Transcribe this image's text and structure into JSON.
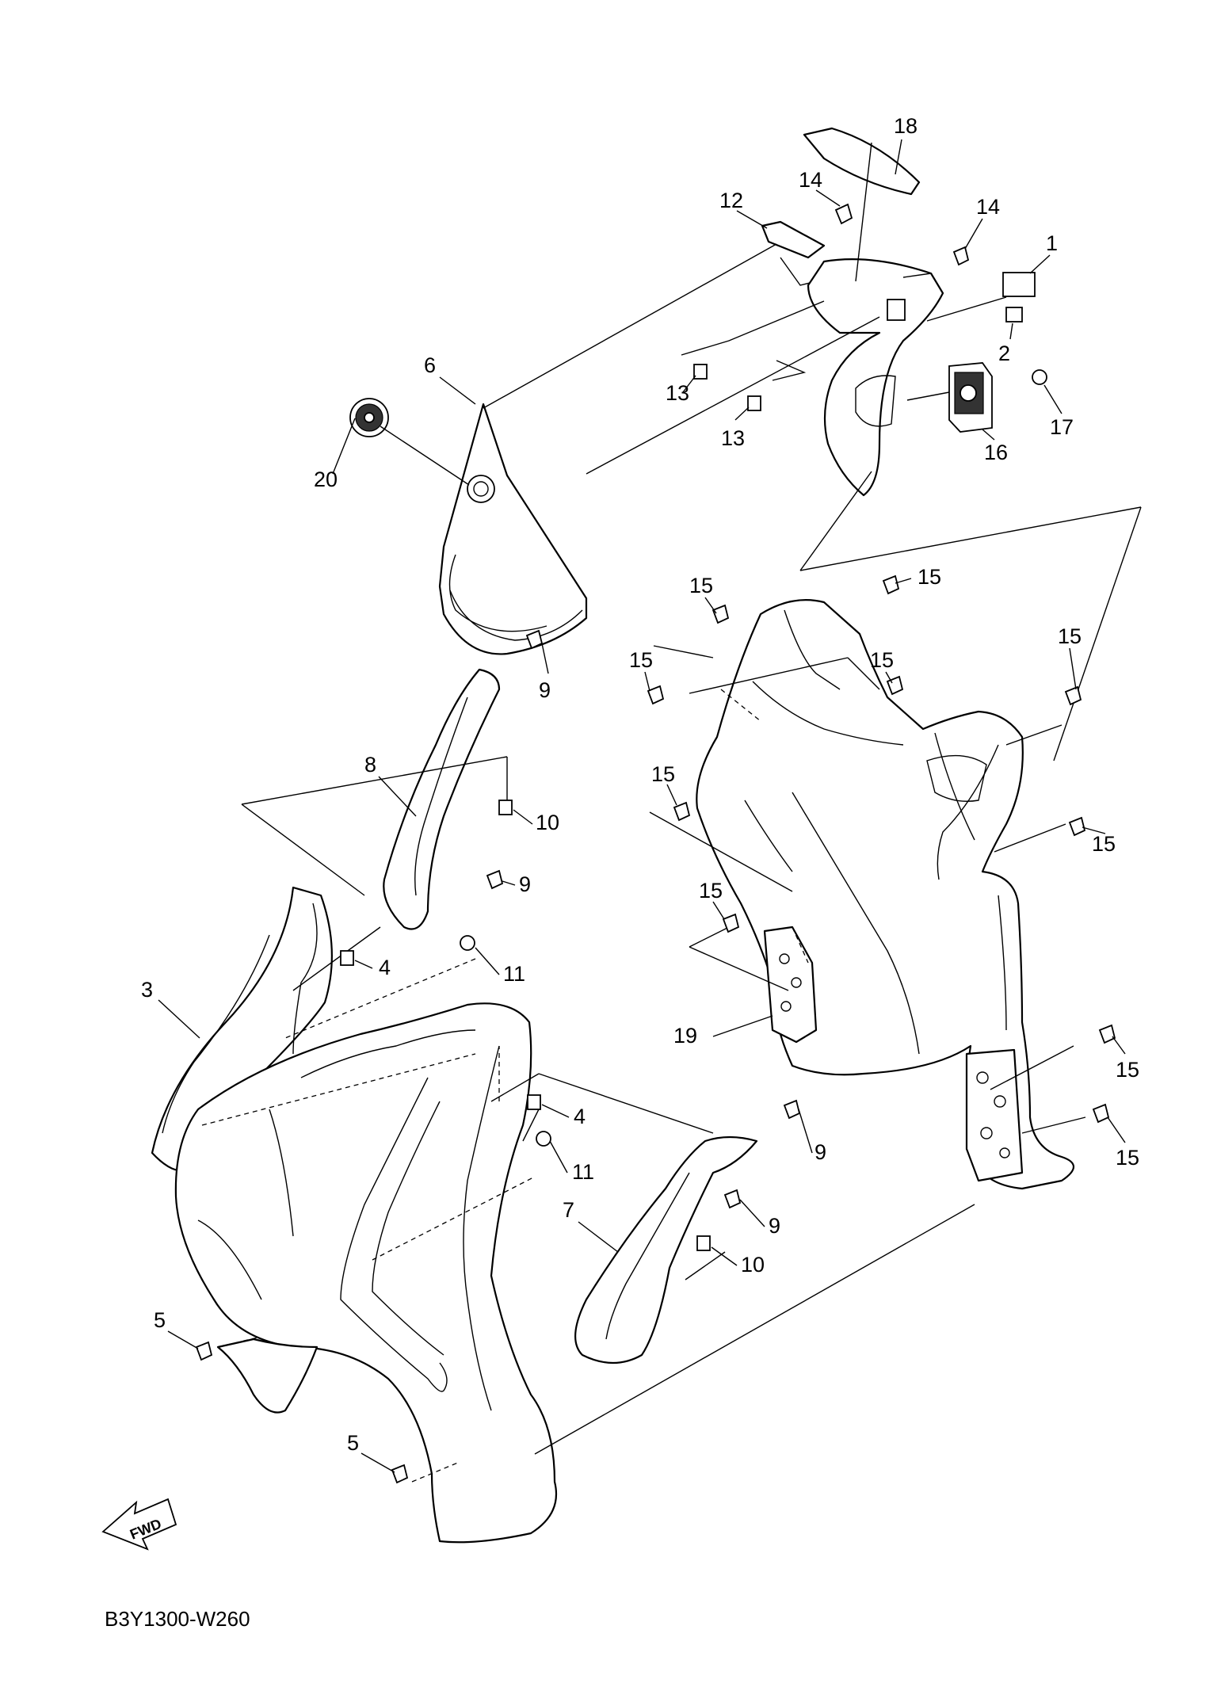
{
  "diagram": {
    "code": "B3Y1300-W260",
    "fwd_label": "FWD",
    "callouts": [
      "1",
      "2",
      "3",
      "4",
      "4",
      "5",
      "5",
      "6",
      "7",
      "8",
      "9",
      "9",
      "9",
      "9",
      "10",
      "10",
      "11",
      "11",
      "12",
      "13",
      "13",
      "14",
      "14",
      "15",
      "15",
      "15",
      "15",
      "15",
      "15",
      "15",
      "15",
      "15",
      "15",
      "16",
      "17",
      "18",
      "19",
      "20"
    ]
  }
}
